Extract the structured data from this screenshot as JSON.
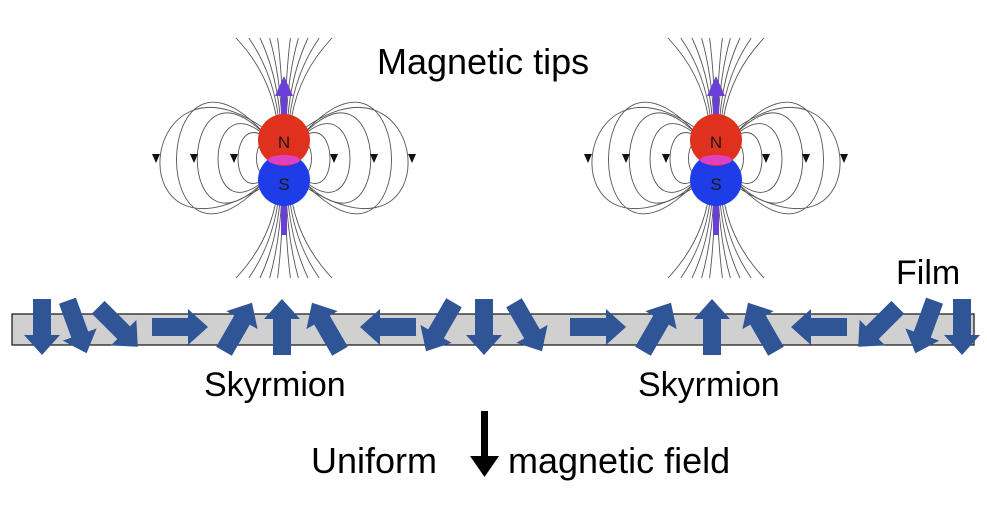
{
  "labels": {
    "title": "Magnetic tips",
    "film": "Film",
    "skyrmion_left": "Skyrmion",
    "skyrmion_right": "Skyrmion",
    "field_left": "Uniform",
    "field_right": "magnetic field"
  },
  "tips": [
    {
      "north": "N",
      "south": "S"
    },
    {
      "north": "N",
      "south": "S"
    }
  ],
  "spins_deg": [
    180,
    160,
    135,
    90,
    30,
    0,
    -30,
    -90,
    -150,
    180,
    150,
    90,
    30,
    0,
    -30,
    -90,
    -135,
    -160,
    180
  ],
  "colors": {
    "spin_arrow": "#2f5597",
    "film_fill": "#d0d0d0",
    "north_pole": "#e0301e",
    "south_pole": "#1e3de6",
    "pole_overlap": "#e040c0",
    "moment_arrow": "#6a3fd6",
    "field_line": "#555555",
    "field_arrow": "#000000"
  }
}
